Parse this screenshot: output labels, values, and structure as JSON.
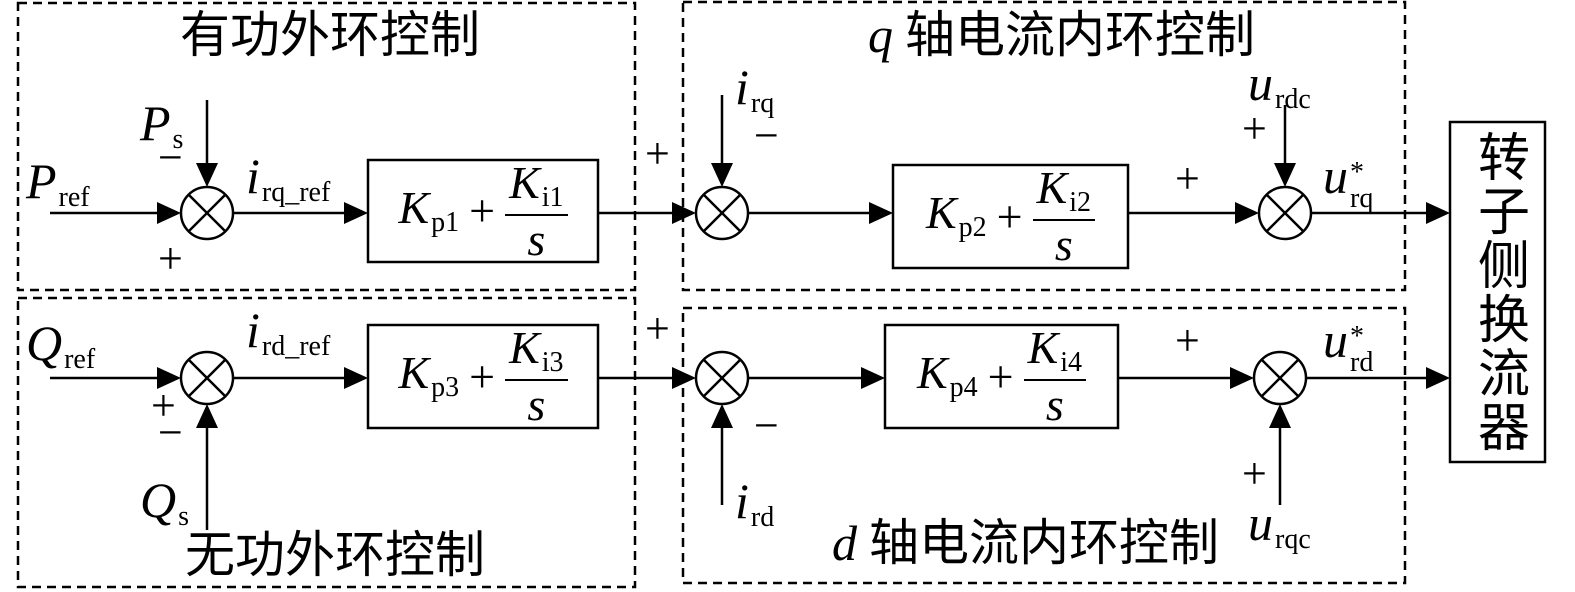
{
  "sections": {
    "active_outer_loop": {
      "title": "有功外环控制"
    },
    "reactive_outer_loop": {
      "title": "无功外环控制"
    },
    "q_axis_inner_loop": {
      "axis": "q",
      "title": "轴电流内环控制"
    },
    "d_axis_inner_loop": {
      "axis": "d",
      "title": "轴电流内环控制"
    }
  },
  "signals": {
    "p_ref": {
      "main": "P",
      "sub": "ref"
    },
    "p_s": {
      "main": "P",
      "sub": "s"
    },
    "i_rq_ref": {
      "main": "i",
      "sub": "rq_ref"
    },
    "i_rq": {
      "main": "i",
      "sub": "rq"
    },
    "u_rdc": {
      "main": "u",
      "sub": "rdc"
    },
    "u_rq_star": {
      "main": "u",
      "sup": "*",
      "sub": "rq"
    },
    "q_ref": {
      "main": "Q",
      "sub": "ref"
    },
    "q_s": {
      "main": "Q",
      "sub": "s"
    },
    "i_rd_ref": {
      "main": "i",
      "sub": "rd_ref"
    },
    "i_rd": {
      "main": "i",
      "sub": "rd"
    },
    "u_rqc": {
      "main": "u",
      "sub": "rqc"
    },
    "u_rd_star": {
      "main": "u",
      "sup": "*",
      "sub": "rd"
    }
  },
  "controllers": {
    "pi1": {
      "kp": "K",
      "kp_sub": "p1",
      "op": "+",
      "ki": "K",
      "ki_sub": "i1",
      "den": "s"
    },
    "pi2": {
      "kp": "K",
      "kp_sub": "p2",
      "op": "+",
      "ki": "K",
      "ki_sub": "i2",
      "den": "s"
    },
    "pi3": {
      "kp": "K",
      "kp_sub": "p3",
      "op": "+",
      "ki": "K",
      "ki_sub": "i3",
      "den": "s"
    },
    "pi4": {
      "kp": "K",
      "kp_sub": "p4",
      "op": "+",
      "ki": "K",
      "ki_sub": "i4",
      "den": "s"
    }
  },
  "junctions": {
    "sum1": {
      "reference_sign": "+",
      "feedback_sign": "−"
    },
    "sum2": {
      "input_sign": "+",
      "feedback_sign": "−"
    },
    "sum3": {
      "input_sign": "+",
      "feedforward_sign": "+"
    },
    "sum4": {
      "reference_sign": "+",
      "feedback_sign": "−"
    },
    "sum5": {
      "input_sign": "+",
      "feedback_sign": "−"
    },
    "sum6": {
      "input_sign": "+",
      "feedforward_sign": "+"
    }
  },
  "converter": {
    "label": "转子侧换流器"
  }
}
